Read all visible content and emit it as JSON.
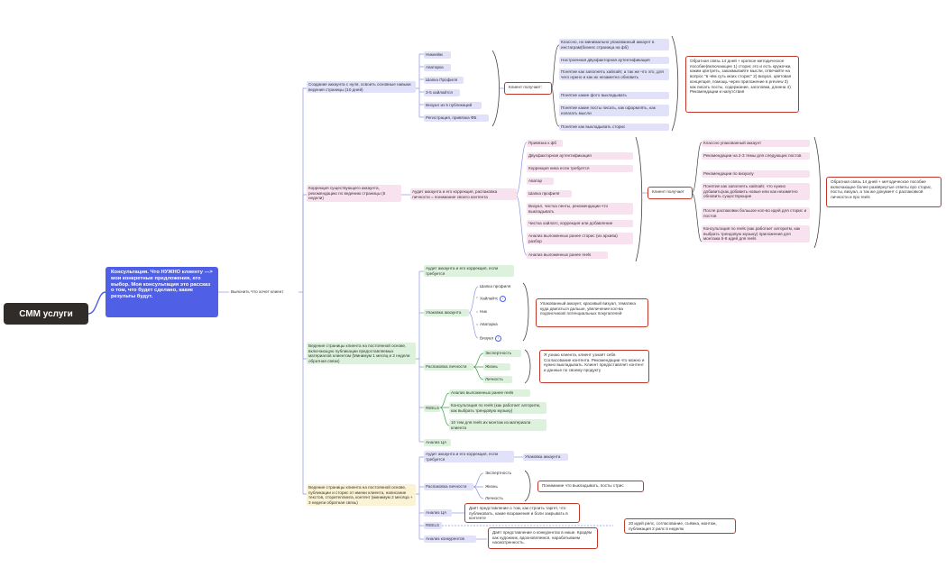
{
  "root": {
    "label": "СММ услуги"
  },
  "main": {
    "label": "Консультация. Что НУЖНО клиенту ---> мои конкретные предложения, его выбор. Моя консультация это рассказ о том, что будет сделано, какие результы будут."
  },
  "select": {
    "label": "Выяснить Что хочет клиент"
  },
  "b1": {
    "title": "Создание аккаунта с нуля, освоить основные навыки ведения страницы (10 дней)",
    "items": [
      "Никнейм",
      "Аватарка",
      "Шапка Профиля",
      "3-5 хайлайтся",
      "Визуал из 5 публикаций",
      "Регистрация, привязка ФБ"
    ],
    "client": "Клиент получает:",
    "gets": [
      "Классно, но минимально упакованный аккаунт в инстаграм(бизнес страница на фб)",
      "Настроенная двухфакторная аутентификация",
      "Понятие как заполнять хайлайт, а так же что это, для чего нужно и как их незаметно обновить",
      "Понятие какие фото выкладывать",
      "Понятие какие посты писать, как оформлять, как излагать мысли",
      "Понятие как выкладывать сторис"
    ],
    "note": "Обратная связь 14 дней + краткое методическое пособие(включающее 1) сторис это и есть кружочки, каким цвнтреть, закакмывайте мысли, отвечайте на вопрос \"в чём суть моих сторис\" 2) визуал, цветовая концепция, помощь через приложение в preview 3) как писать посты, содержание, заголовки, длинна 4) Рекомендации и напутствия"
  },
  "b2": {
    "title": "Коррекция существующего аккаунта, рекомендацию по ведению страницы (5 недели)",
    "audit": "Аудит аккаунта и его коррекция, распаковка личности = понимание своего контента",
    "items": [
      "Привязка к фб",
      "Двухфакторная аутентификация",
      "Коррекция ника если требуется",
      "Аватар",
      "Шапка профиля",
      "Визуал, чистка ленты, рекомендации что выкладывать",
      "Чистка хайлатс, коррекция или добавление",
      "Анализ выложенных ранее сторис (из архива) разбор",
      "Анализ выложенных ранее reels"
    ],
    "client": "Клиент получает",
    "gets": [
      "Классно упакованный аккаунт",
      "Рекомендации на 2-3 темы для следующих постов",
      "Рекомендации по визуалу",
      "Понятие как заполнять хайлайт, что нужно добавить(как добавить новые или как незаметно обновить существующие",
      "После распаковки большое кол-во идей для сторис и постов",
      "Консультация по reels (как работает алгоритм, как выбрать трендовую музыку) приложения для монтажа 5-8 идей для reels"
    ],
    "note": "Обратная связь 14 дней + методическое пособие включающее более развёрнутые ответы про сторис, посты, визуал, а так же документ с распаковкой личности и про reels"
  },
  "b3": {
    "title": "Ведение страницы клиента на постоянной основе, включающую публикации предоставляемых материалов клиентом (Минимум 1 месяц и 2 недели обратная связи)",
    "audit": "Аудит аккаунта и его коррекция, если требуется",
    "pack": "Упаковка аккаунта",
    "pack_items": [
      "Шапка профиля",
      "Хайлайтс",
      "Ник",
      "Аватарка",
      "Визуал"
    ],
    "pack_note": "Упакованный аккаунт, красивый визуал, тематика куда двигаться дальше, увеличение кол-ва подписчиков/ потенциальных покупателей",
    "unpack": "Распаковка личности",
    "unpack_items": [
      "Экспертность",
      "Жизнь",
      "Личность"
    ],
    "unpack_note": "Я узнаю клиента, клиент узнаёт себя. Согласование контента. Рекомендации что можно и нужно выкладывать. Клиент предоставляет контент и данные по своему продукту",
    "reels": "REELS",
    "reels_items": [
      "Анализ выложенных ранее reels",
      "Консультация по reels (как работает алгоритм, как выбрать трендовую музыку)",
      "10 тем для reels их монтаж из материала клиента"
    ],
    "ca": "Анализ ЦА"
  },
  "b4": {
    "title": "Ведение страницы клиента на постоянной основе, публикации и сторис от имени клиента, написание текстов, сторителлинга, контент (минимум 2 месяца + 3 недели обратная связь)",
    "audit": "Аудит аккаунта и его коррекция, если требуется",
    "audit_next": "Упаковка аккаунта",
    "unpack": "Распаковка личности",
    "unpack_items": [
      "Экспертность",
      "Жизнь",
      "Личность"
    ],
    "unpack_note": "Понимание что выкладывать, посты стрис",
    "ca": "Анализ ЦА",
    "ca_note": "Даёт представление о том, как строить таргет, что публиковать, какие возражения и боли закрывать в контенте",
    "reels": "REELS",
    "reels_note": "20 идей рилс, согласование, съёмка, монтаж, публикация 2 рилс в неделю",
    "comp": "Анализ конкурентов",
    "comp_note": "Даёт представление о конкурентах в нише. Крадём как художник, вдохновляемся, нарабатываем насмотренность."
  }
}
